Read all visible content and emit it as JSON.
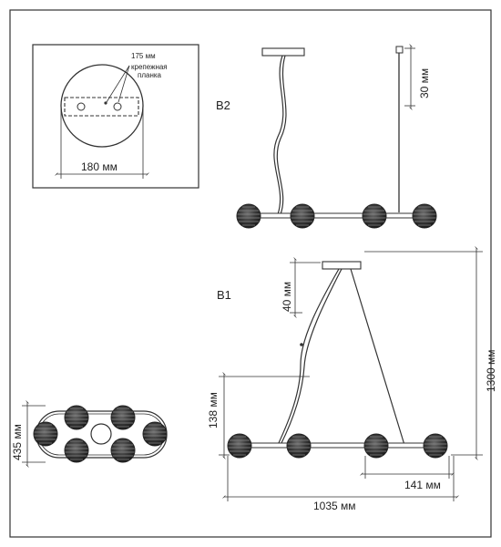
{
  "sheet": {
    "border_color": "#333333",
    "line_color": "#444444",
    "shade_dark": "#2b2b2b",
    "shade_mid": "#7a7a7a"
  },
  "canopy_detail": {
    "plate_dim": "175 мм",
    "plate_label_line1": "крепежная",
    "plate_label_line2": "планка",
    "diameter_dim": "180 мм"
  },
  "variant_b2": {
    "label": "B2",
    "rod_dim": "30 мм"
  },
  "variant_b1": {
    "label": "B1",
    "canopy_gap_dim": "40 мм",
    "height_dim": "138 мм",
    "total_height_dim": "1300 мм",
    "shade_dim": "141 мм",
    "total_width_dim": "1035 мм"
  },
  "top_view": {
    "depth_dim": "435 мм"
  }
}
